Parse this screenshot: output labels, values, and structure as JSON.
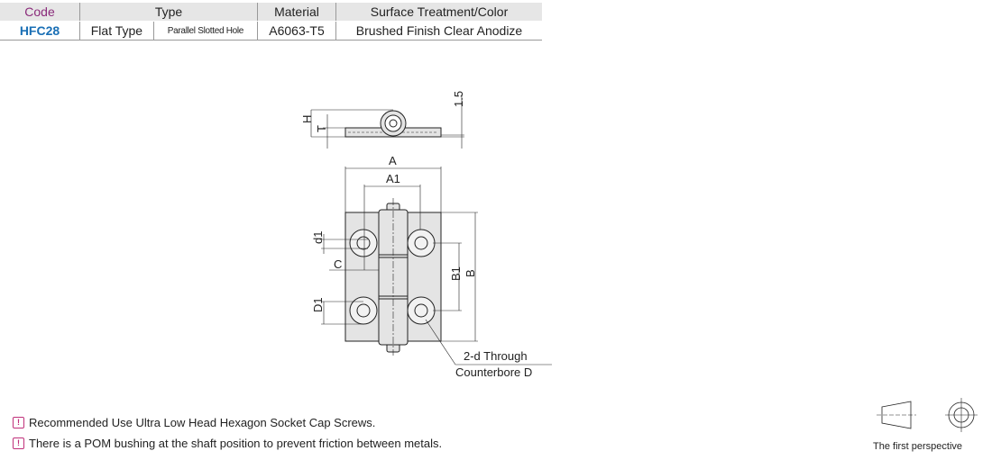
{
  "table": {
    "headers": {
      "code": "Code",
      "type": "Type",
      "material": "Material",
      "surface": "Surface Treatment/Color"
    },
    "row": {
      "code": "HFC28",
      "type_main": "Flat Type",
      "type_sub": "Parallel Slotted Hole",
      "material": "A6063-T5",
      "surface": "Brushed Finish Clear Anodize"
    }
  },
  "drawing": {
    "labels": {
      "H": "H",
      "T": "T",
      "thickness": "1.5",
      "A": "A",
      "A1": "A1",
      "B": "B",
      "B1": "B1",
      "C": "C",
      "d1": "d1",
      "D1": "D1"
    },
    "callout_line1": "2-d Through",
    "callout_line2": "Counterbore D"
  },
  "notes": [
    {
      "icon": "warning-icon",
      "text": "Recommended Use Ultra Low Head Hexagon Socket Cap Screws."
    },
    {
      "icon": "warning-icon",
      "text": "There is a POM bushing at the shaft position to prevent friction between metals."
    }
  ],
  "perspective": {
    "label": "The first perspective"
  }
}
